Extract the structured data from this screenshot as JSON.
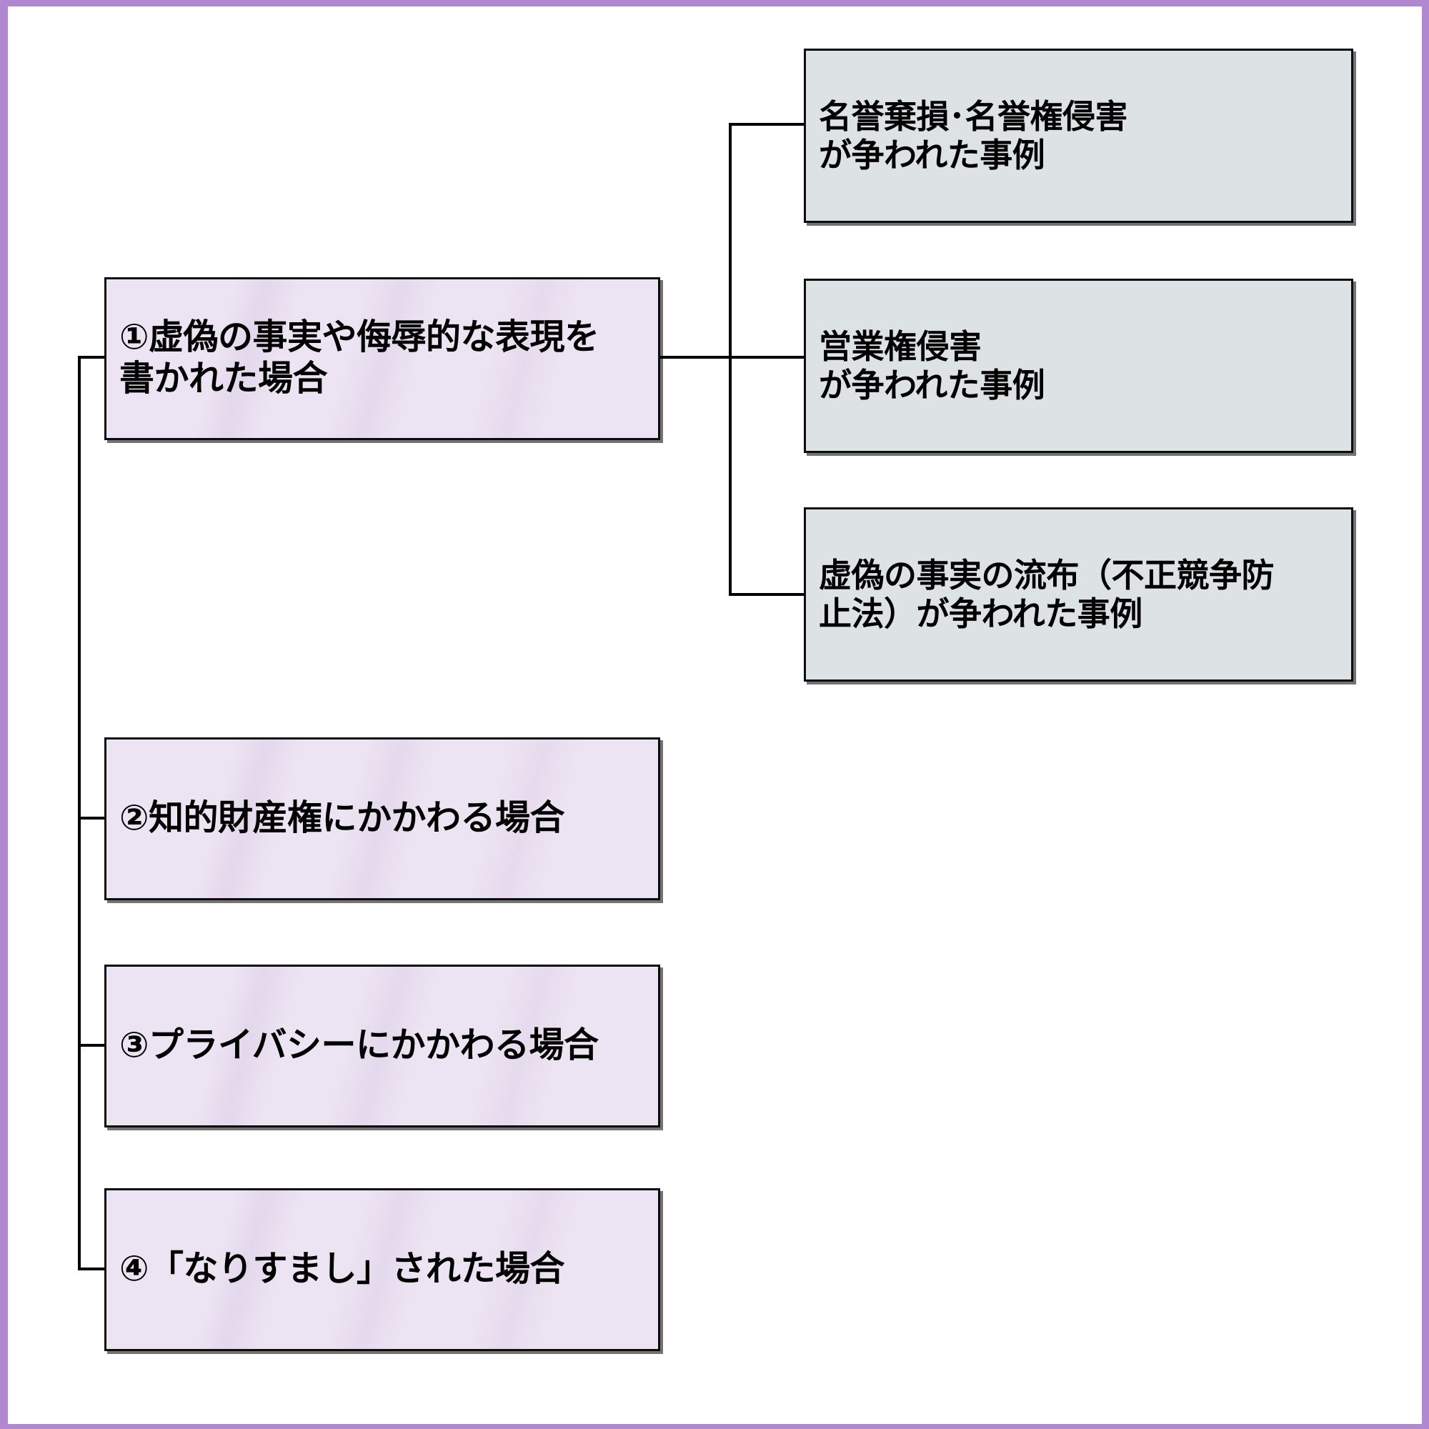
{
  "diagram": {
    "type": "tree",
    "title_text": "",
    "frame_color": "#b088d2",
    "primary_node_color": "#ece4f2",
    "case_node_color": "#dde2e4",
    "border_color": "#0d0d0d",
    "primary_nodes": [
      {
        "id": "case-1",
        "label": "①虚偽の事実や侮辱的な表現を\n書かれた場合"
      },
      {
        "id": "case-2",
        "label": "②知的財産権にかかわる場合"
      },
      {
        "id": "case-3",
        "label": "③プライバシーにかかわる場合"
      },
      {
        "id": "case-4",
        "label": "④「なりすまし」された場合"
      }
    ],
    "sub_nodes": [
      {
        "id": "sub-1",
        "parent": "case-1",
        "label": "名誉棄損･名誉権侵害\nが争われた事例"
      },
      {
        "id": "sub-2",
        "parent": "case-1",
        "label": "営業権侵害\nが争われた事例"
      },
      {
        "id": "sub-3",
        "parent": "case-1",
        "label": "虚偽の事実の流布（不正競争防\n止法）が争われた事例"
      }
    ]
  }
}
